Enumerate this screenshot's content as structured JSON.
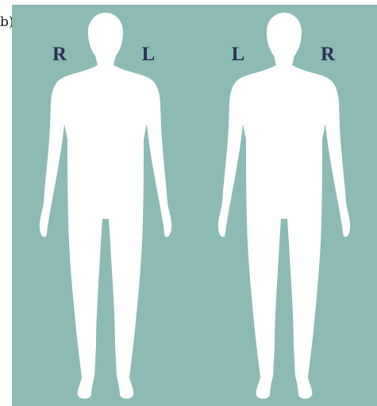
{
  "panel_label": "b)",
  "front_view": {
    "side_left": "R",
    "side_right": "L"
  },
  "back_view": {
    "side_left": "L",
    "side_right": "R"
  },
  "colors": {
    "background": "#8cbbb4",
    "figure": "#ffffff",
    "label_text": "#2b3256"
  }
}
